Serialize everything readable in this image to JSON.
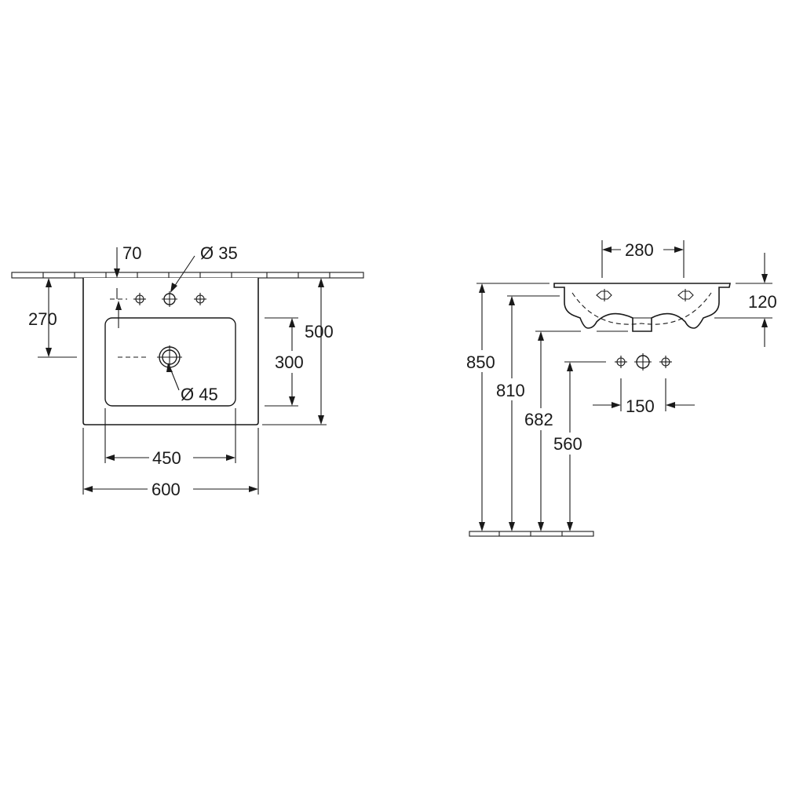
{
  "top_view": {
    "depth_offset_70": "70",
    "tap_hole_diameter": "Ø 35",
    "wall_to_bowl_270": "270",
    "overall_depth_500": "500",
    "bowl_depth_300": "300",
    "waste_diameter": "Ø 45",
    "bowl_width_450": "450",
    "overall_width_600": "600"
  },
  "side_view": {
    "waste_spacing_280": "280",
    "basin_height_120": "120",
    "rim_height_850": "850",
    "underside_height_810": "810",
    "waste_height_682": "682",
    "supply_height_560": "560",
    "supply_spacing_150": "150"
  }
}
